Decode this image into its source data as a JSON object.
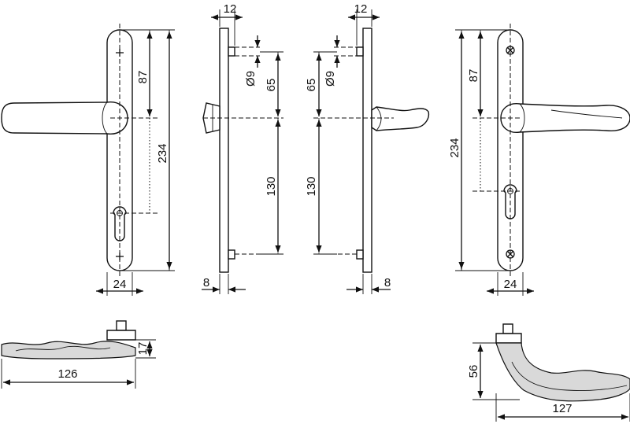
{
  "dimensions": {
    "front_left": {
      "width": "24",
      "upper_spacing": "87",
      "total_length": "234"
    },
    "side_left": {
      "top": "12",
      "bore": "Ø9",
      "upper": "65",
      "lower": "130",
      "thickness": "8"
    },
    "side_right": {
      "top": "12",
      "bore": "Ø9",
      "upper": "65",
      "lower": "130",
      "thickness": "8"
    },
    "front_right": {
      "width": "24",
      "upper_spacing": "87",
      "total_length": "234"
    },
    "lever_left": {
      "length": "126",
      "height": "17"
    },
    "lever_right": {
      "length": "127",
      "height": "56"
    }
  },
  "icons": [
    "screw-cross-icon",
    "cylinder-keyhole-icon"
  ]
}
